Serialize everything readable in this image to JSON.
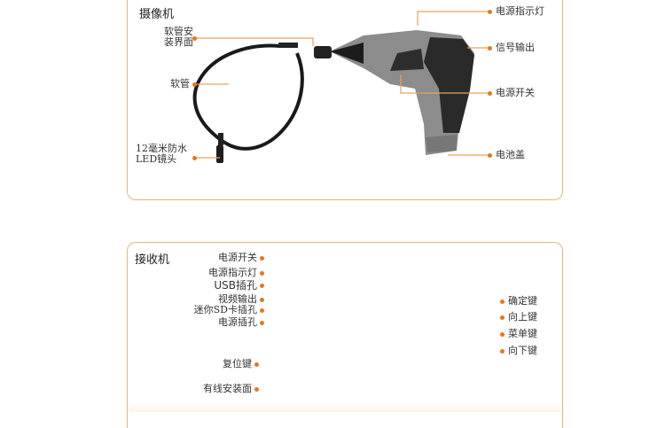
{
  "colors": {
    "accent": "#e07a1f",
    "panel_border": "#e8b57a",
    "leader_line": "#e9a25a"
  },
  "camera_section": {
    "title": "摄像机",
    "labels": {
      "hose_mount_line1": "软管安",
      "hose_mount_line2": "装界面",
      "hose": "软管",
      "lens_line1": "12毫米防水",
      "lens_line2": "LED镜头",
      "power_indicator": "电源指示灯",
      "signal_output": "信号输出",
      "power_switch": "电源开关",
      "battery_cover": "电池盖"
    }
  },
  "receiver_section": {
    "title": "接收机",
    "left_labels": [
      "电源开关",
      "电源指示灯",
      "USB插孔",
      "视频输出",
      "迷你SD卡插孔",
      "电源插孔"
    ],
    "back_labels": [
      "复位键",
      "有线安装面"
    ],
    "side_buttons": [
      "确定键",
      "向上键",
      "菜单键",
      "向下键"
    ]
  }
}
